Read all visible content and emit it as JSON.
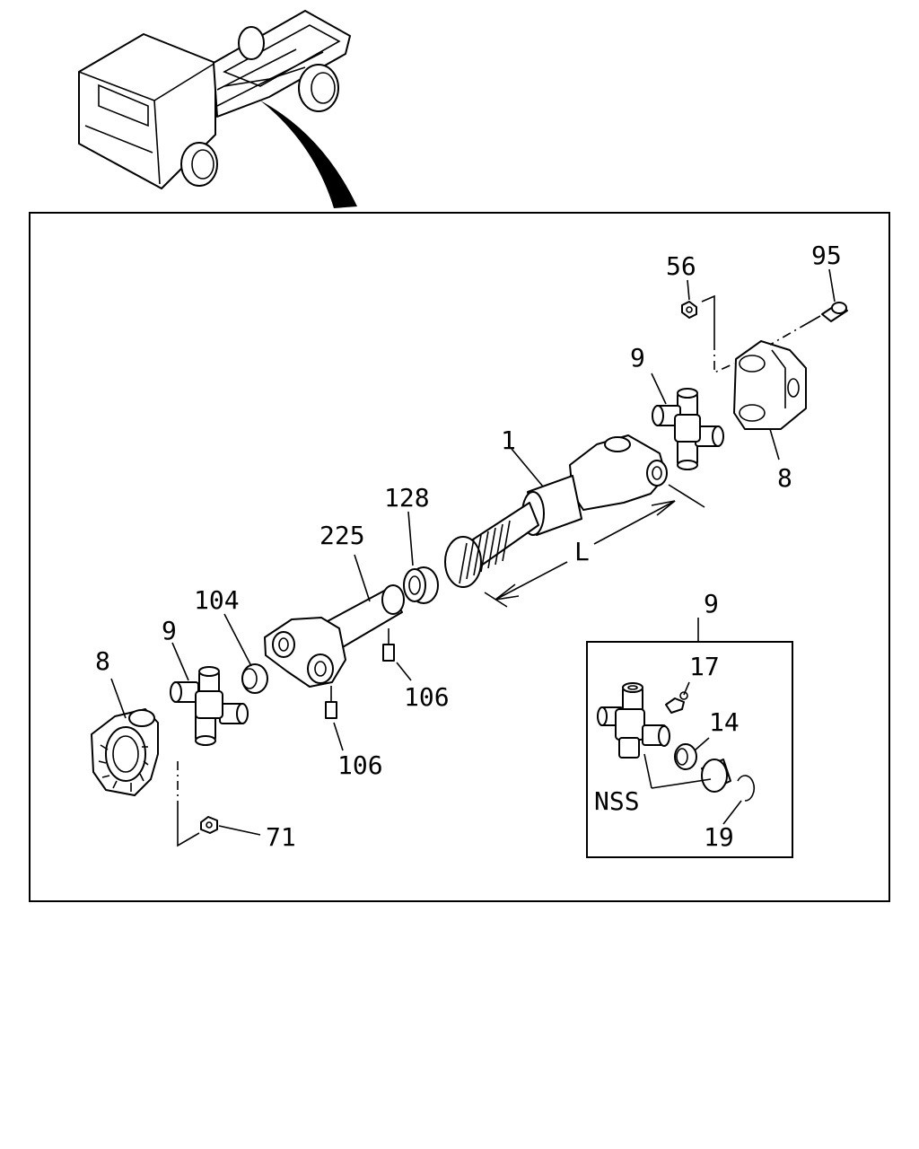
{
  "callouts": {
    "p1": "1",
    "p8_right": "8",
    "p8_left": "8",
    "p9_right": "9",
    "p9_left": "9",
    "p9_detail": "9",
    "p14": "14",
    "p17": "17",
    "p19": "19",
    "p56": "56",
    "p71": "71",
    "p95": "95",
    "p104": "104",
    "p106_a": "106",
    "p106_b": "106",
    "p128": "128",
    "p225": "225",
    "length": "L",
    "nss": "NSS"
  }
}
